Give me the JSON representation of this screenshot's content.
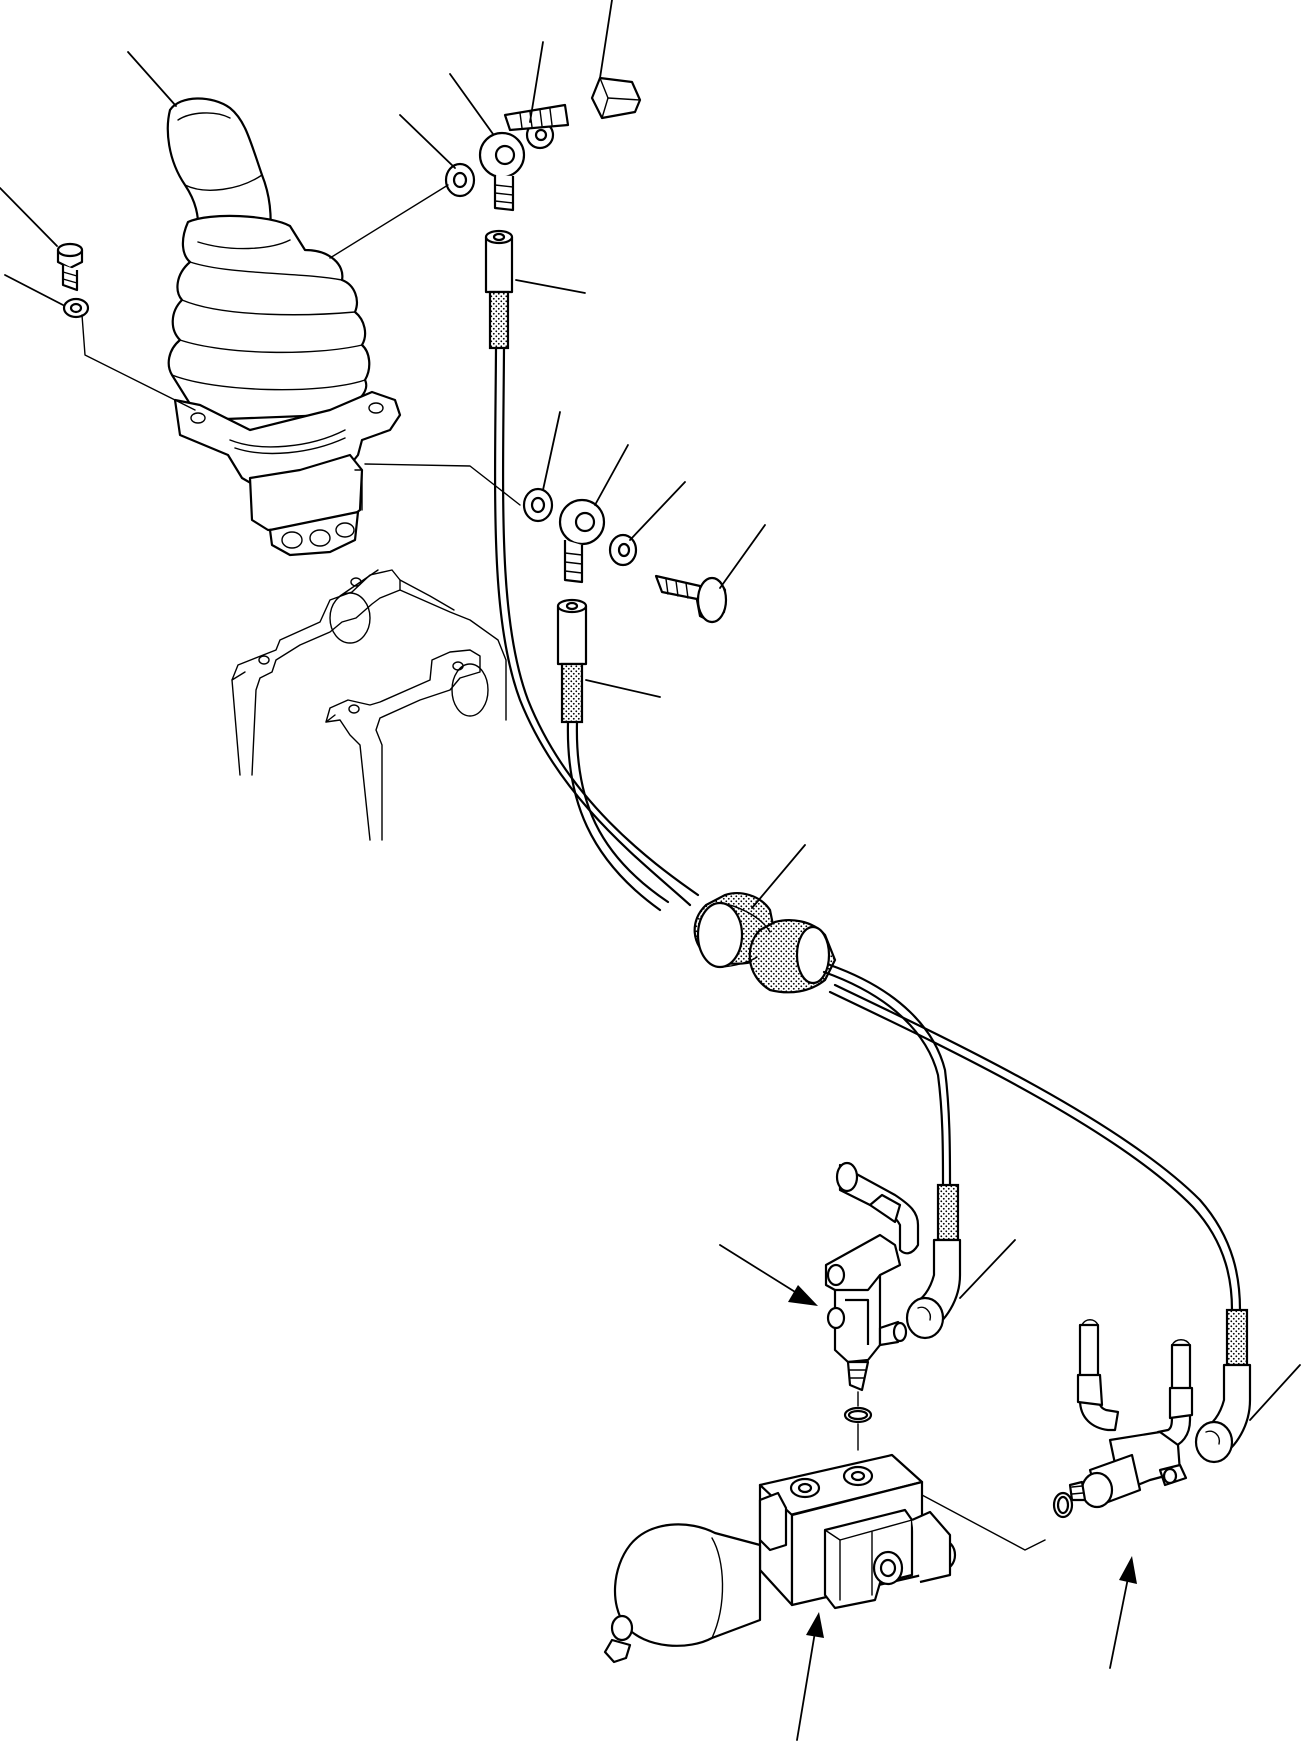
{
  "diagram": {
    "type": "exploded-parts-view",
    "text_labels": [],
    "components": [
      {
        "id": "joystick-lever",
        "kind": "control lever with rubber boot"
      },
      {
        "id": "mounting-bracket",
        "kind": "frame bracket"
      },
      {
        "id": "upper-hose",
        "kind": "hose assembly"
      },
      {
        "id": "lower-hose",
        "kind": "hose assembly"
      },
      {
        "id": "hose-protector",
        "kind": "spiral sleeve"
      },
      {
        "id": "solenoid-valve",
        "kind": "valve block with accumulator"
      },
      {
        "id": "tee-fitting-left",
        "kind": "tee fitting"
      },
      {
        "id": "tee-fitting-right",
        "kind": "tee fitting"
      }
    ]
  }
}
